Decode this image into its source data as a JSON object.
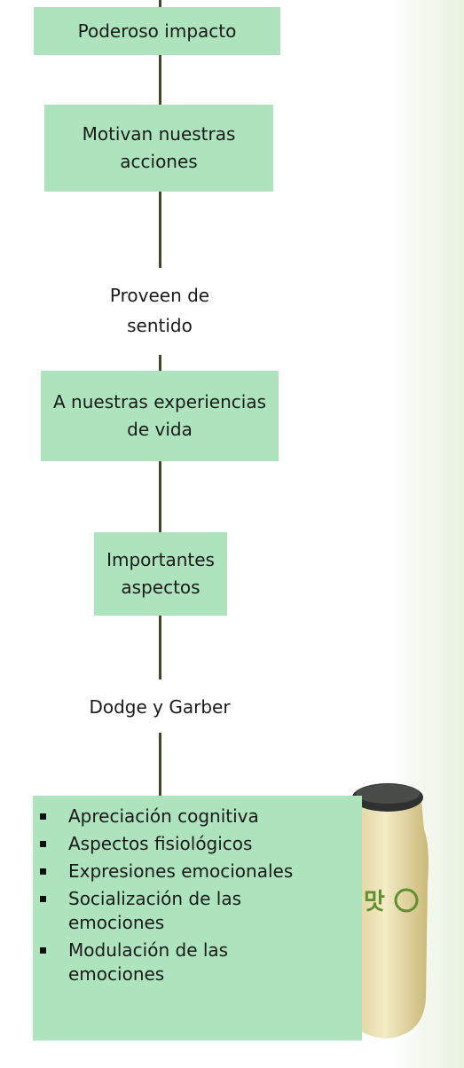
{
  "nodes": {
    "n1": "Poderoso impacto",
    "n2": "Motivan nuestras acciones",
    "n3": "Proveen de sentido",
    "n4": "A nuestras experiencias de vida",
    "n5": "Importantes aspectos",
    "n6": "Dodge y Garber"
  },
  "list": [
    "Apreciación cognitiva",
    "Aspectos fisiológicos",
    "Expresiones emocionales",
    "Socialización de las emociones",
    "Modulación de las emociones"
  ],
  "colors": {
    "box": "#ade4bd",
    "connector": "#3d4a23"
  }
}
